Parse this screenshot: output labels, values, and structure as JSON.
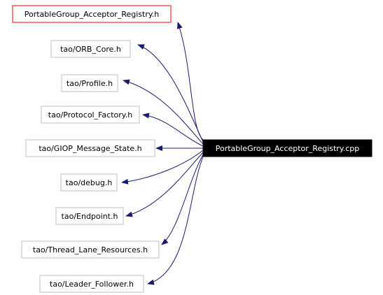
{
  "diagram": {
    "source": {
      "label": "PortableGroup_Acceptor_Registry.cpp"
    },
    "includes": [
      {
        "label": "PortableGroup_Acceptor_Registry.h",
        "highlight": true
      },
      {
        "label": "tao/ORB_Core.h",
        "highlight": false
      },
      {
        "label": "tao/Profile.h",
        "highlight": false
      },
      {
        "label": "tao/Protocol_Factory.h",
        "highlight": false
      },
      {
        "label": "tao/GIOP_Message_State.h",
        "highlight": false
      },
      {
        "label": "tao/debug.h",
        "highlight": false
      },
      {
        "label": "tao/Endpoint.h",
        "highlight": false
      },
      {
        "label": "tao/Thread_Lane_Resources.h",
        "highlight": false
      },
      {
        "label": "tao/Leader_Follower.h",
        "highlight": false
      }
    ],
    "colors": {
      "source_fill": "#000000",
      "source_text": "#ffffff",
      "node_border": "#bfbfbf",
      "highlight_border": "#ff0000",
      "edge": "#191970",
      "text": "#000000"
    }
  }
}
